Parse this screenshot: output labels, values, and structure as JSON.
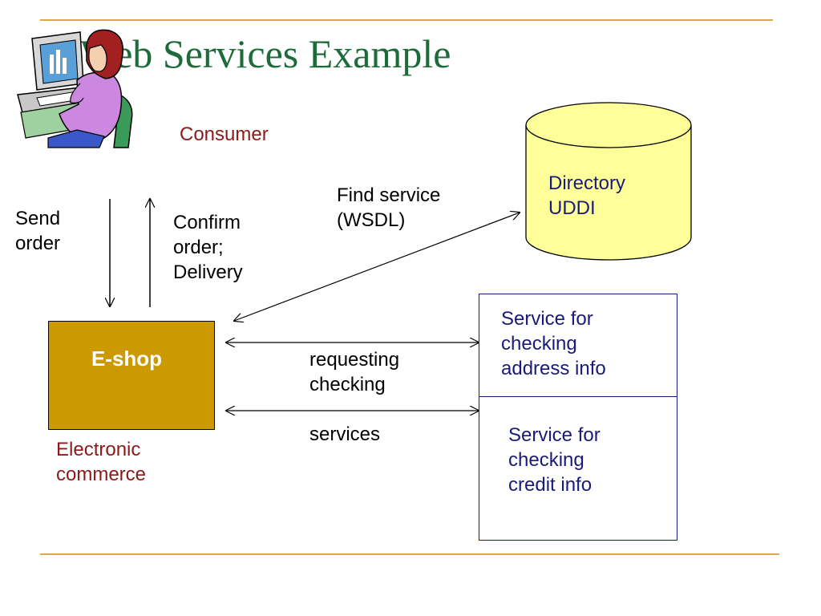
{
  "slide": {
    "title": "Web Services Example"
  },
  "labels": {
    "consumer": "Consumer",
    "send_order": "Send\norder",
    "confirm_order": "Confirm\norder;\nDelivery",
    "find_service": "Find service\n(WSDL)",
    "directory": "Directory\nUDDI",
    "eshop": "E-shop",
    "electronic_commerce": "Electronic\ncommerce",
    "requesting_checking": "requesting\nchecking",
    "services": "services",
    "service_address": "Service for\nchecking\naddress info",
    "service_credit": "Service for\nchecking\ncredit info"
  },
  "colors": {
    "title": "#1e6b3a",
    "rule": "#e0a64a",
    "eshop_fill": "#cc9900",
    "cylinder_fill": "#ffff99",
    "label_red": "#8b1a1a",
    "service_text": "#1a1a7a"
  },
  "icons": {
    "consumer_clipart": "woman-at-computer-icon"
  }
}
